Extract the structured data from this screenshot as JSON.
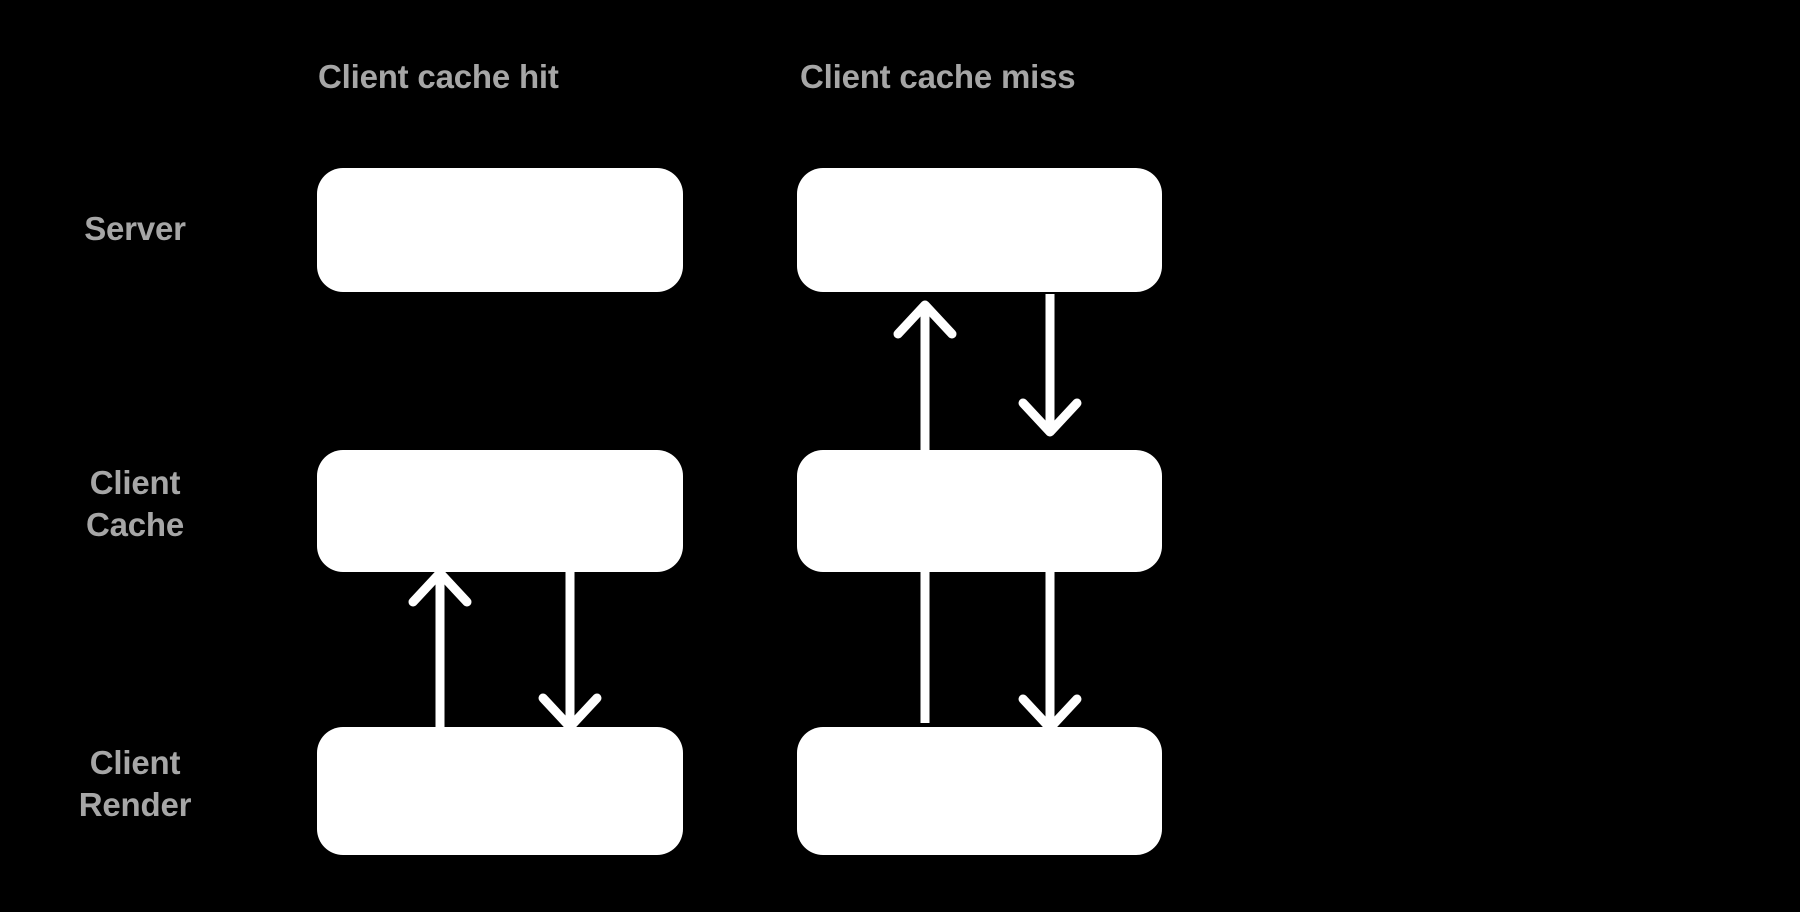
{
  "diagram": {
    "title_hidden": "",
    "background_color": "#000000",
    "node_color": "#ffffff",
    "label_color": "#a6a6a6",
    "arrow_color": "#ffffff",
    "columns": [
      {
        "id": "client-cache-hit",
        "label": "Client cache hit"
      },
      {
        "id": "client-cache-miss",
        "label": "Client cache miss"
      }
    ],
    "rows": [
      {
        "id": "server",
        "label": "Server"
      },
      {
        "id": "client-cache",
        "label": "Client\nCache"
      },
      {
        "id": "client-render",
        "label": "Client\nRender"
      }
    ],
    "nodes": [
      {
        "id": "hit-server",
        "column": "client-cache-hit",
        "row": "server",
        "text": ""
      },
      {
        "id": "hit-client-cache",
        "column": "client-cache-hit",
        "row": "client-cache",
        "text": ""
      },
      {
        "id": "hit-client-render",
        "column": "client-cache-hit",
        "row": "client-render",
        "text": ""
      },
      {
        "id": "miss-server",
        "column": "client-cache-miss",
        "row": "server",
        "text": ""
      },
      {
        "id": "miss-client-cache",
        "column": "client-cache-miss",
        "row": "client-cache",
        "text": ""
      },
      {
        "id": "miss-client-render",
        "column": "client-cache-miss",
        "row": "client-render",
        "text": ""
      }
    ],
    "arrows": [
      {
        "id": "hit-render-to-cache",
        "column": "client-cache-hit",
        "from": "client-render",
        "to": "client-cache",
        "direction": "up",
        "label": ""
      },
      {
        "id": "hit-cache-to-render",
        "column": "client-cache-hit",
        "from": "client-cache",
        "to": "client-render",
        "direction": "down",
        "label": ""
      },
      {
        "id": "miss-render-to-server",
        "column": "client-cache-miss",
        "from": "client-render",
        "to": "server",
        "direction": "up",
        "label": ""
      },
      {
        "id": "miss-server-to-cache",
        "column": "client-cache-miss",
        "from": "server",
        "to": "client-cache",
        "direction": "down",
        "label": ""
      },
      {
        "id": "miss-cache-to-render",
        "column": "client-cache-miss",
        "from": "client-cache",
        "to": "client-render",
        "direction": "down",
        "label": ""
      }
    ]
  }
}
